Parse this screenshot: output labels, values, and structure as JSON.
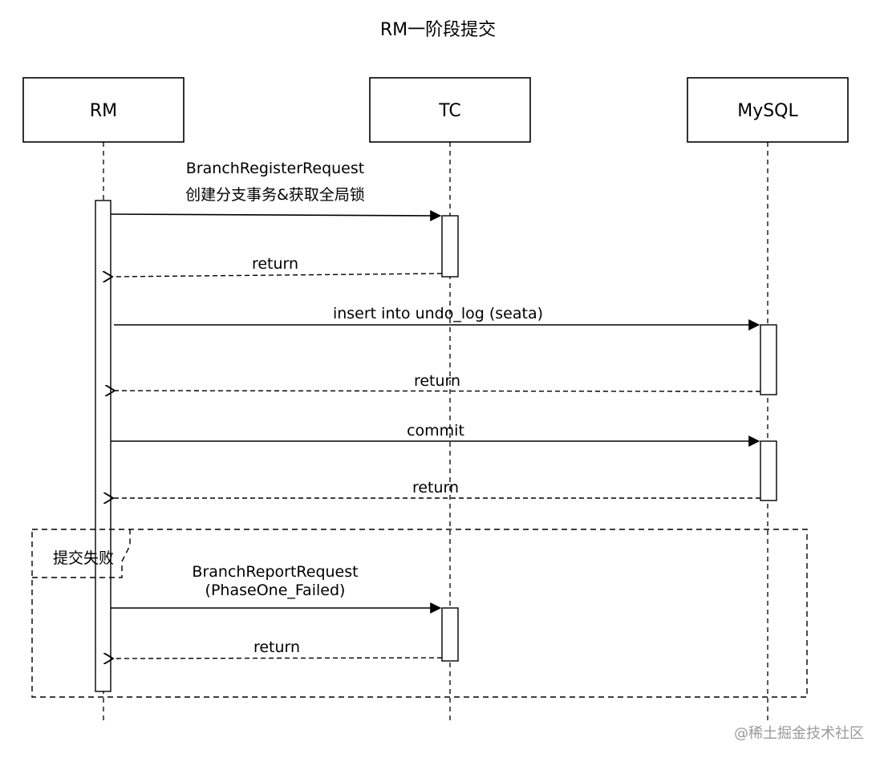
{
  "title": "RM一阶段提交",
  "participants": [
    {
      "id": "rm",
      "label": "RM"
    },
    {
      "id": "tc",
      "label": "TC"
    },
    {
      "id": "mysql",
      "label": "MySQL"
    }
  ],
  "messages": [
    {
      "lines": [
        "BranchRegisterRequest",
        "创建分支事务&获取全局锁"
      ],
      "from": "rm",
      "to": "tc",
      "type": "sync"
    },
    {
      "lines": [
        "return"
      ],
      "from": "tc",
      "to": "rm",
      "type": "return"
    },
    {
      "lines": [
        "insert into undo_log (seata)"
      ],
      "from": "rm",
      "to": "mysql",
      "type": "sync"
    },
    {
      "lines": [
        "return"
      ],
      "from": "mysql",
      "to": "rm",
      "type": "return"
    },
    {
      "lines": [
        "commit"
      ],
      "from": "rm",
      "to": "mysql",
      "type": "sync"
    },
    {
      "lines": [
        "return"
      ],
      "from": "mysql",
      "to": "rm",
      "type": "return"
    },
    {
      "lines": [
        "BranchReportRequest",
        "(PhaseOne_Failed)"
      ],
      "from": "rm",
      "to": "tc",
      "type": "sync"
    },
    {
      "lines": [
        "return"
      ],
      "from": "tc",
      "to": "rm",
      "type": "return"
    }
  ],
  "frame": {
    "label": "提交失败"
  },
  "watermark": "@稀土掘金技术社区",
  "colors": {
    "line": "#000000",
    "watermark": "#9a9a9a",
    "background": "#ffffff"
  }
}
